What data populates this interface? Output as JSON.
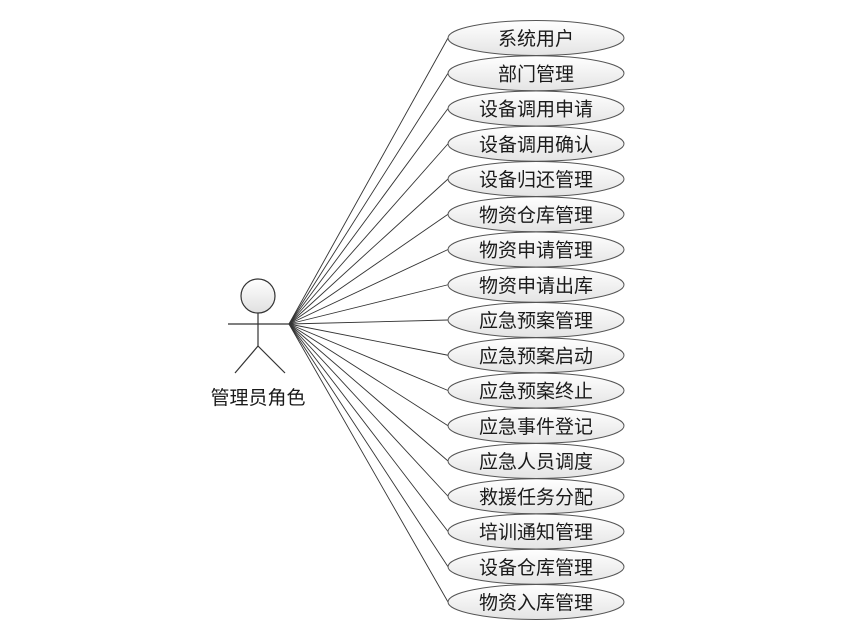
{
  "actor": {
    "name": "管理员角色"
  },
  "use_cases": [
    "系统用户",
    "部门管理",
    "设备调用申请",
    "设备调用确认",
    "设备归还管理",
    "物资仓库管理",
    "物资申请管理",
    "物资申请出库",
    "应急预案管理",
    "应急预案启动",
    "应急预案终止",
    "应急事件登记",
    "应急人员调度",
    "救援任务分配",
    "培训通知管理",
    "设备仓库管理",
    "物资入库管理"
  ],
  "colors": {
    "ellipse_fill_light": "#ffffff",
    "ellipse_fill_dark": "#e4e4e4",
    "stroke": "#555555",
    "text": "#1a1a1a"
  }
}
